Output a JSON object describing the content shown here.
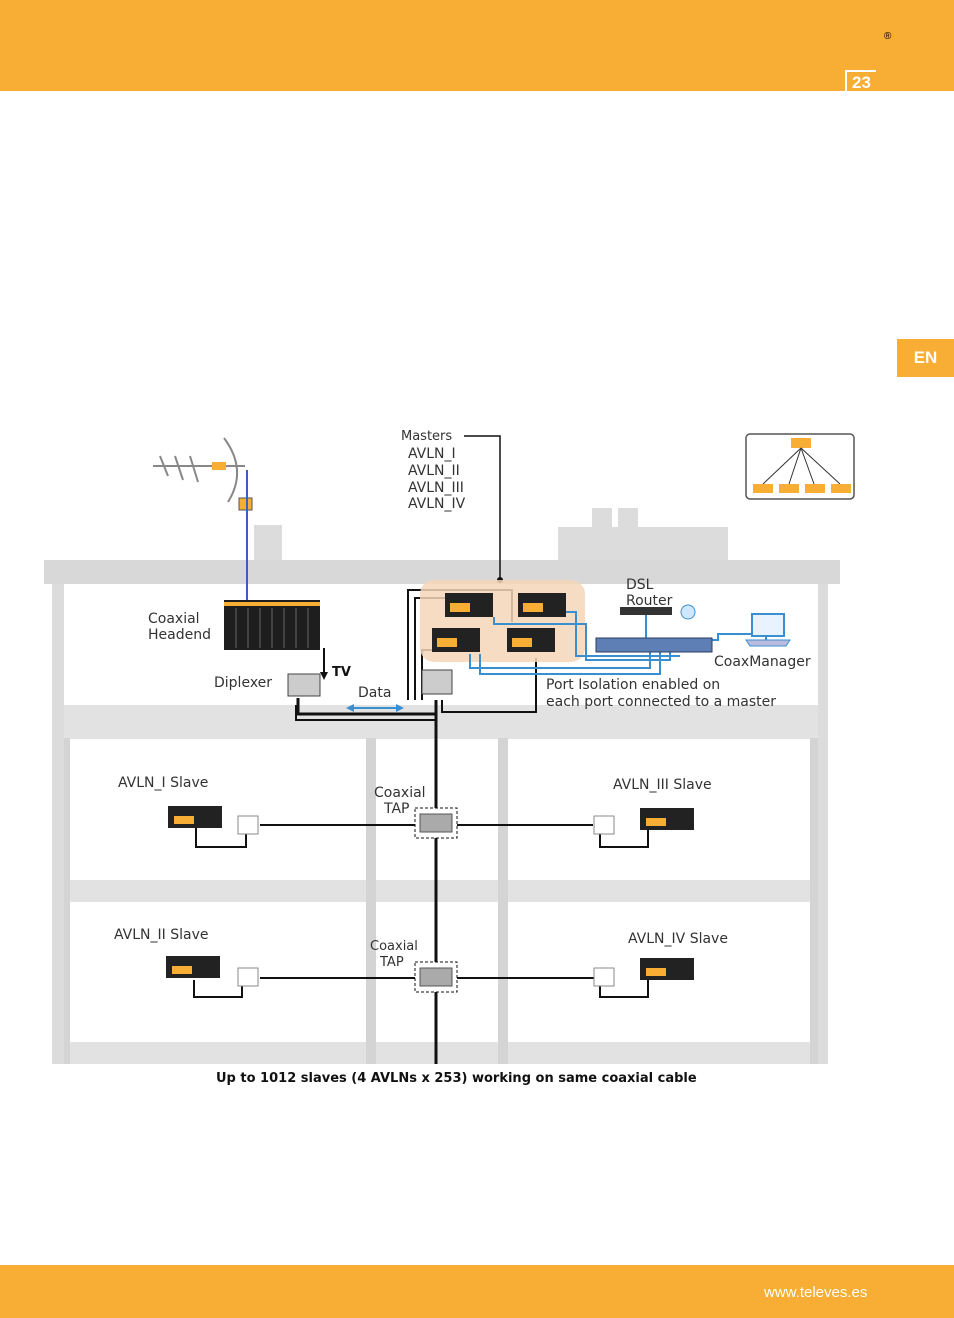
{
  "header": {
    "registered_mark": "®",
    "page_number": "23"
  },
  "language_tab": "EN",
  "footer": {
    "url": "www.televes.es"
  },
  "diagram": {
    "masters_label": "Masters",
    "masters": [
      "AVLN_I",
      "AVLN_II",
      "AVLN_III",
      "AVLN_IV"
    ],
    "dsl_router": [
      "DSL",
      "Router"
    ],
    "coax_manager": "CoaxManager",
    "coaxial_headend": [
      "Coaxial",
      "Headend"
    ],
    "diplexer": "Diplexer",
    "tv": "TV",
    "data": "Data",
    "port_isolation": [
      "Port Isolation enabled on",
      "each port connected to a master"
    ],
    "slave_1": "AVLN_I Slave",
    "slave_2": "AVLN_II Slave",
    "slave_3": "AVLN_III Slave",
    "slave_4": "AVLN_IV Slave",
    "tap_upper": [
      "Coaxial",
      "TAP"
    ],
    "tap_lower": [
      "Coaxial",
      "TAP"
    ],
    "caption": "Up to 1012 slaves (4 AVLNs x 253) working on same coaxial cable"
  },
  "colors": {
    "brand_orange": "#F8AD34",
    "building_grey": "#DCDCDC",
    "network_blue": "#3A8FD0"
  }
}
